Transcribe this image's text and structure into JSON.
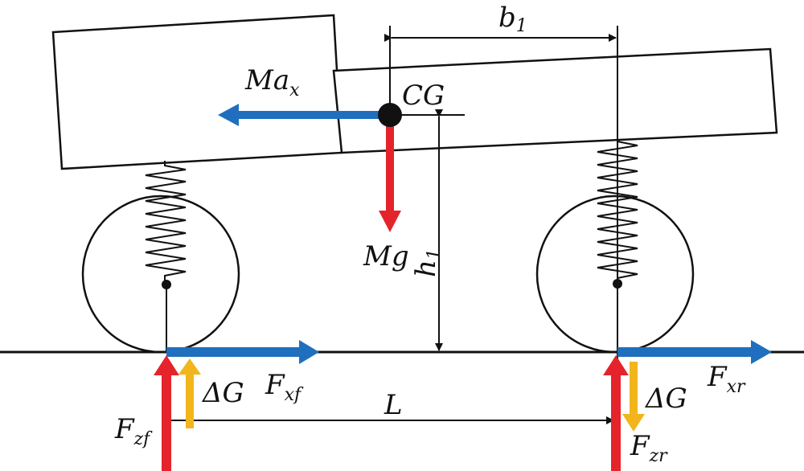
{
  "labels": {
    "b1": "b",
    "b1_sub": "1",
    "max": "Ma",
    "max_sub": "x",
    "cg": "CG",
    "mg": "Mg",
    "h1": "h",
    "h1_sub": "1",
    "fxf": "F",
    "fxf_sub": "xf",
    "fxr": "F",
    "fxr_sub": "xr",
    "dg_front": "ΔG",
    "dg_rear": "ΔG",
    "L": "L",
    "fzf": "F",
    "fzf_sub": "zf",
    "fzr": "F",
    "fzr_sub": "zr"
  },
  "colors": {
    "blue": "#1f6fbe",
    "red": "#e5232b",
    "yellow": "#f2b51b",
    "line": "#111111"
  }
}
